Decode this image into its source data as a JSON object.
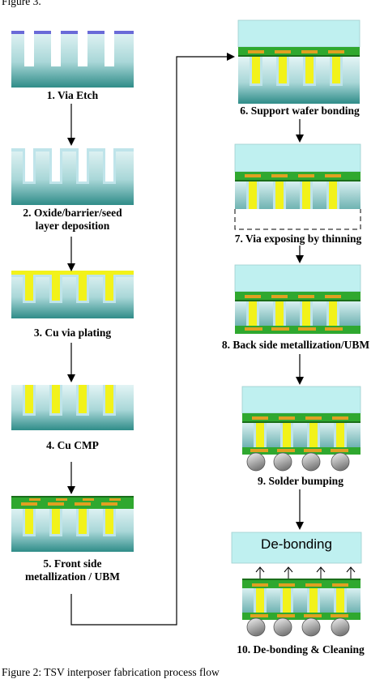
{
  "figure": {
    "top_caption_fragment": "Figure 3.",
    "bottom_caption": "Figure 2: TSV interposer fabrication process flow",
    "debond_box_label": "De-bonding",
    "steps": [
      {
        "lines": [
          "1. Via Etch"
        ]
      },
      {
        "lines": [
          "2. Oxide/barrier/seed",
          "layer deposition"
        ]
      },
      {
        "lines": [
          "3. Cu via plating"
        ]
      },
      {
        "lines": [
          "4. Cu CMP"
        ]
      },
      {
        "lines": [
          "5. Front side",
          "metallization / UBM"
        ]
      },
      {
        "lines": [
          "6. Support wafer bonding"
        ]
      },
      {
        "lines": [
          "7. Via exposing by thinning"
        ]
      },
      {
        "lines": [
          "8. Back side metallization/UBM"
        ]
      },
      {
        "lines": [
          "9. Solder bumping"
        ]
      },
      {
        "lines": [
          "10. De-bonding & Cleaning"
        ]
      }
    ]
  },
  "colors": {
    "wafer_top": "#d6eef0",
    "wafer_bottom": "#2a8a86",
    "via_liner": "#bfe4ea",
    "copper": "#f2f21a",
    "purple_mask": "#6a6ad8",
    "green_layer": "#2fa82f",
    "orange_pad": "#e0a020",
    "support_wafer": "#bff0f0",
    "solder_ball": "#a8a8a8"
  }
}
